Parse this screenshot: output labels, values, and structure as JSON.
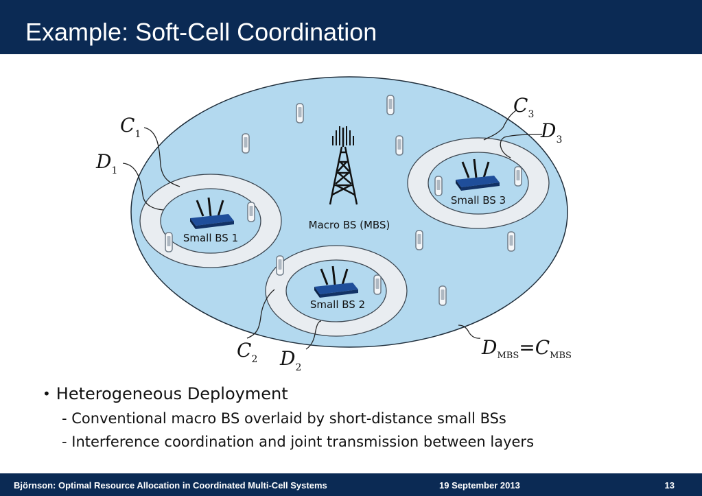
{
  "header": {
    "title": "Example: Soft-Cell Coordination"
  },
  "diagram": {
    "macro_label": "Macro BS (MBS)",
    "small_bs": [
      "Small BS 1",
      "Small BS 2",
      "Small BS 3"
    ],
    "labels": {
      "C1": "C",
      "C1_sub": "1",
      "D1": "D",
      "D1_sub": "1",
      "C2": "C",
      "C2_sub": "2",
      "D2": "D",
      "D2_sub": "2",
      "C3": "C",
      "C3_sub": "3",
      "D3": "D",
      "D3_sub": "3",
      "DMBS": "D",
      "DMBS_sub": "MBS",
      "eq": "=",
      "CMBS": "C",
      "CMBS_sub": "MBS"
    },
    "colors": {
      "ellipse_fill": "#b3d9ef",
      "ring_fill": "#e9edf1",
      "router": "#1f4e9a"
    }
  },
  "bullets": {
    "main": "Heterogeneous Deployment",
    "sub": [
      "- Conventional macro BS overlaid by short-distance small BSs",
      "- Interference coordination and joint transmission between layers"
    ]
  },
  "footer": {
    "left": "Björnson: Optimal Resource Allocation in Coordinated Multi-Cell Systems",
    "date": "19 September 2013",
    "page": "13"
  }
}
